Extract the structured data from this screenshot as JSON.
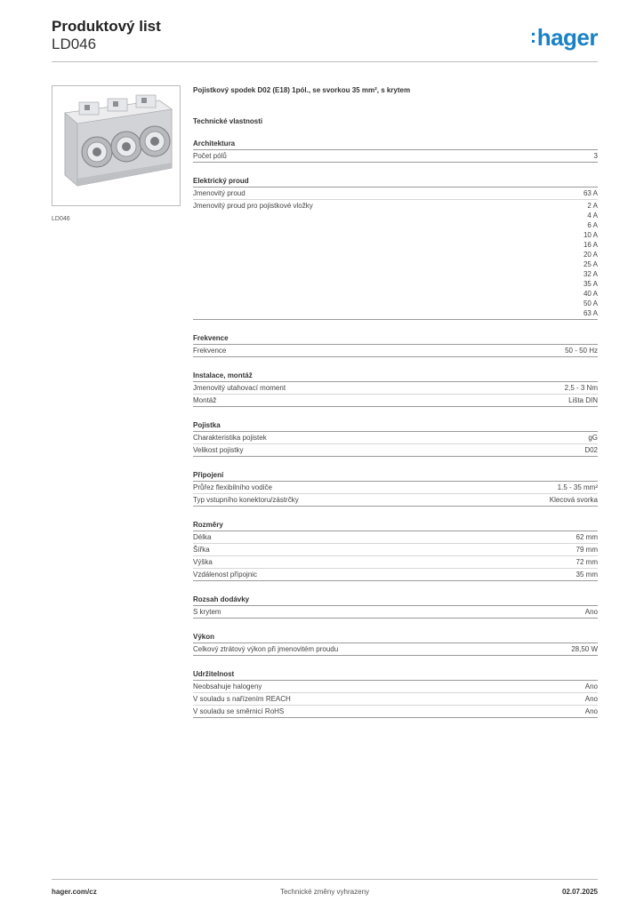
{
  "header": {
    "title": "Produktový list",
    "code": "LD046",
    "logo_text": "hager",
    "logo_color": "#1a82c4"
  },
  "product": {
    "image_caption": "LD046",
    "description": "Pojistkový spodek D02 (E18) 1pól., se svorkou 35 mm², s krytem"
  },
  "tech_title": "Technické vlastnosti",
  "sections": [
    {
      "title": "Architektura",
      "rows": [
        {
          "label": "Počet pólů",
          "values": [
            "3"
          ]
        }
      ]
    },
    {
      "title": "Elektrický proud",
      "rows": [
        {
          "label": "Jmenovitý proud",
          "values": [
            "63 A"
          ]
        },
        {
          "label": "Jmenovitý proud pro pojistkové vložky",
          "values": [
            "2 A",
            "4 A",
            "6 A",
            "10 A",
            "16 A",
            "20 A",
            "25 A",
            "32 A",
            "35 A",
            "40 A",
            "50 A",
            "63 A"
          ]
        }
      ]
    },
    {
      "title": "Frekvence",
      "rows": [
        {
          "label": "Frekvence",
          "values": [
            "50 - 50 Hz"
          ]
        }
      ]
    },
    {
      "title": "Instalace, montáž",
      "rows": [
        {
          "label": "Jmenovitý utahovací moment",
          "values": [
            "2,5 - 3 Nm"
          ]
        },
        {
          "label": "Montáž",
          "values": [
            "Lišta DIN"
          ]
        }
      ]
    },
    {
      "title": "Pojistka",
      "rows": [
        {
          "label": "Charakteristika pojistek",
          "values": [
            "gG"
          ]
        },
        {
          "label": "Velikost pojistky",
          "values": [
            "D02"
          ]
        }
      ]
    },
    {
      "title": "Připojení",
      "rows": [
        {
          "label": "Průřez flexibilního vodiče",
          "values": [
            "1.5 - 35 mm²"
          ]
        },
        {
          "label": "Typ vstupního konektoru/zástrčky",
          "values": [
            "Klecová svorka"
          ]
        }
      ]
    },
    {
      "title": "Rozměry",
      "rows": [
        {
          "label": "Délka",
          "values": [
            "62 mm"
          ]
        },
        {
          "label": "Šířka",
          "values": [
            "79 mm"
          ]
        },
        {
          "label": "Výška",
          "values": [
            "72 mm"
          ]
        },
        {
          "label": "Vzdálenost přípojnic",
          "values": [
            "35 mm"
          ]
        }
      ]
    },
    {
      "title": "Rozsah dodávky",
      "rows": [
        {
          "label": "S krytem",
          "values": [
            "Ano"
          ]
        }
      ]
    },
    {
      "title": "Výkon",
      "rows": [
        {
          "label": "Celkový ztrátový výkon při jmenovitém proudu",
          "values": [
            "28,50 W"
          ]
        }
      ]
    },
    {
      "title": "Udržitelnost",
      "rows": [
        {
          "label": "Neobsahuje halogeny",
          "values": [
            "Ano"
          ]
        },
        {
          "label": "V souladu s nařízením REACH",
          "values": [
            "Ano"
          ]
        },
        {
          "label": "V souladu se směrnicí RoHS",
          "values": [
            "Ano"
          ]
        }
      ]
    }
  ],
  "footer": {
    "website": "hager.com/cz",
    "disclaimer": "Technické změny vyhrazeny",
    "date": "02.07.2025"
  }
}
